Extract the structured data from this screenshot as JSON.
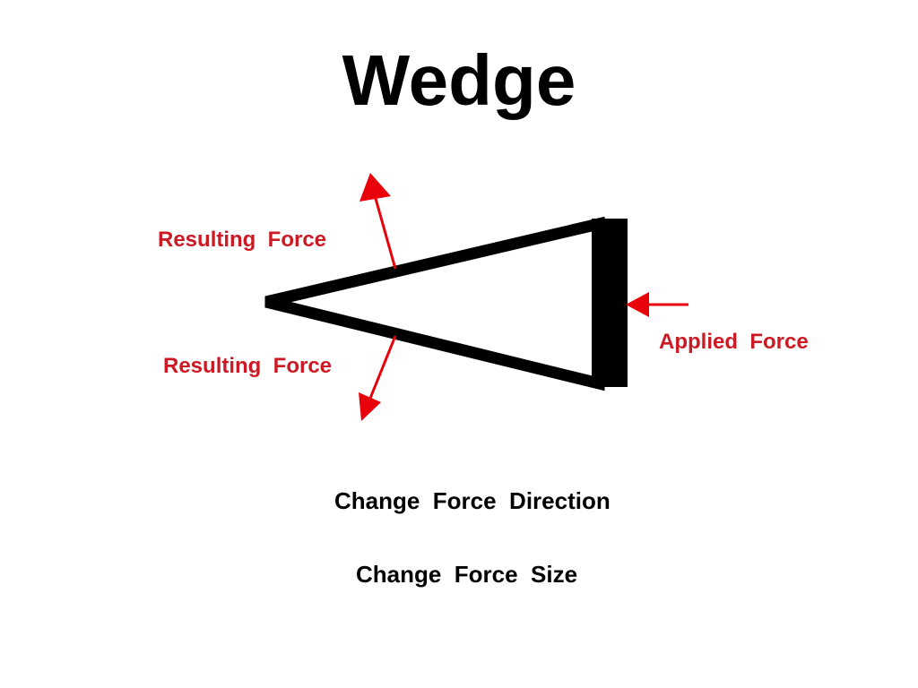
{
  "slide": {
    "title": "Wedge"
  },
  "diagram": {
    "labels": {
      "resulting_force_top": "Resulting  Force",
      "resulting_force_bottom": "Resulting  Force",
      "applied_force": "Applied  Force"
    },
    "colors": {
      "arrow": "#e8000b",
      "label": "#cc1a24",
      "wedge": "#000000"
    }
  },
  "captions": {
    "direction": "Change  Force  Direction",
    "size": "Change  Force  Size"
  }
}
